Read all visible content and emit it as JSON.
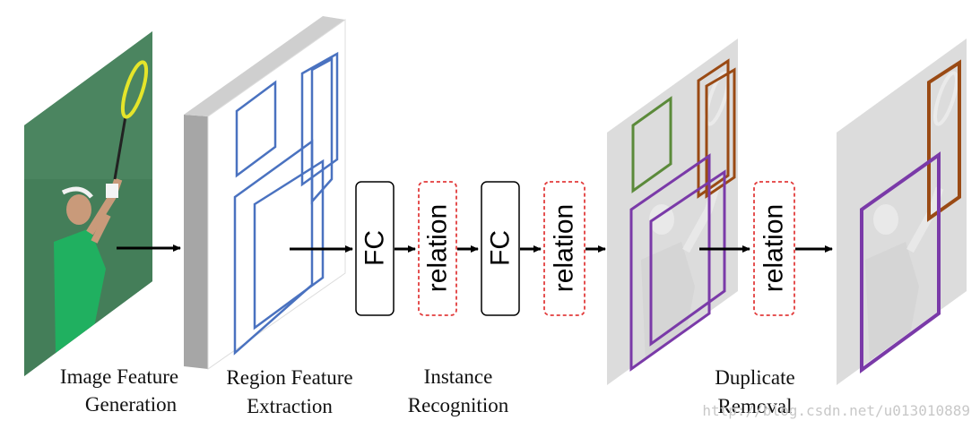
{
  "stages": {
    "image_feature": [
      "Image Feature",
      "Generation"
    ],
    "region_feature": [
      "Region Feature",
      "Extraction"
    ],
    "instance": [
      "Instance",
      "Recognition"
    ],
    "duplicate": [
      "Duplicate",
      "Removal"
    ]
  },
  "boxes": {
    "fc1": "FC",
    "relation1": "relation",
    "fc2": "FC",
    "relation2": "relation",
    "relation3": "relation"
  },
  "watermark": "http://blog.csdn.net/u013010889",
  "colors": {
    "feature_box_blue": "#4a72c0",
    "relation_dash_red": "#e23c3c",
    "detection_green": "#5b8a3a",
    "detection_brown": "#9a4a14",
    "detection_purple": "#7a3aa8"
  }
}
